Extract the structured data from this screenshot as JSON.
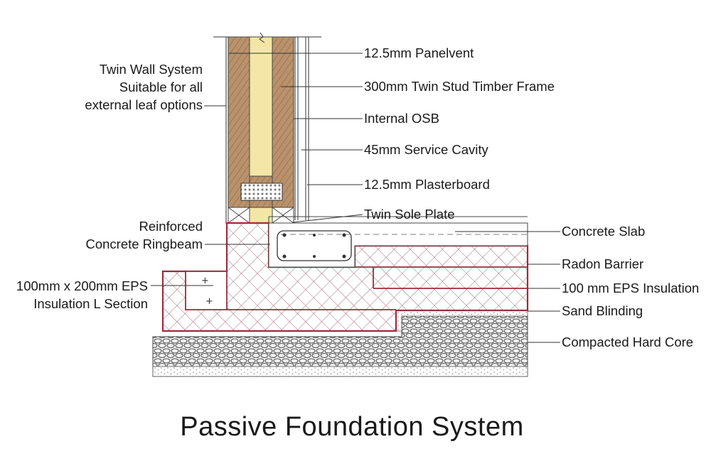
{
  "title": "Passive Foundation System",
  "labels": {
    "twin_wall": [
      "Twin Wall System",
      "Suitable for all",
      "external leaf options"
    ],
    "panelvent": "12.5mm Panelvent",
    "timber_frame": "300mm Twin Stud Timber Frame",
    "internal_osb": "Internal OSB",
    "service_cavity": "45mm Service Cavity",
    "plasterboard": "12.5mm Plasterboard",
    "sole_plate": "Twin Sole Plate",
    "ringbeam": [
      "Reinforced",
      "Concrete Ringbeam"
    ],
    "eps_l_section": [
      "100mm x 200mm EPS",
      "Insulation L Section"
    ],
    "concrete_slab": "Concrete Slab",
    "radon_barrier": "Radon Barrier",
    "eps_insulation": "100 mm EPS Insulation",
    "sand_blinding": "Sand Blinding",
    "hardcore": "Compacted Hard Core"
  },
  "colors": {
    "timber": "#b9926b",
    "insulation_core": "#f3e6a6",
    "concrete_outline": "#9b2d3c",
    "line": "#333333",
    "text": "#1a1a1a"
  }
}
